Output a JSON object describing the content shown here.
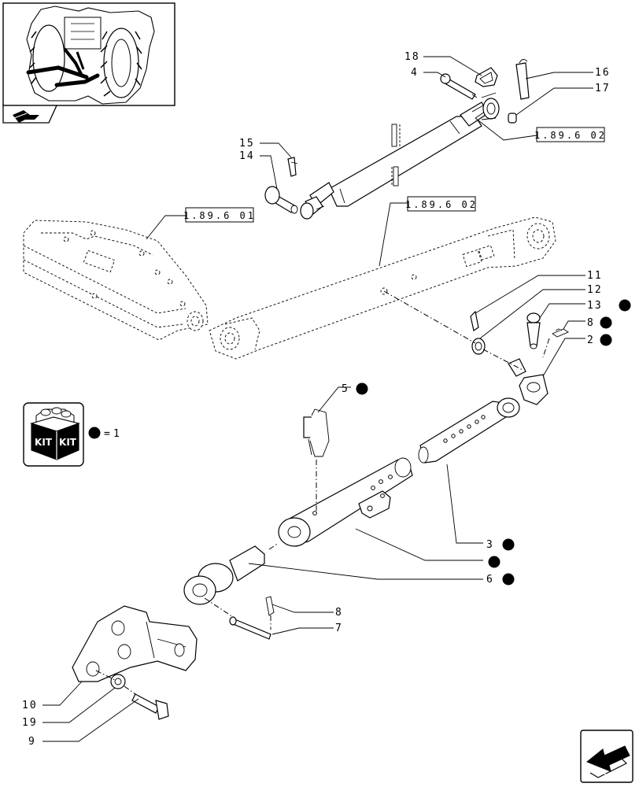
{
  "references": {
    "top_link_ref": "1.89.6 02",
    "lift_arm_ref": "1.89.6 02",
    "housing_ref": "1.89.6 01"
  },
  "callouts": [
    {
      "number": "18",
      "kit": false
    },
    {
      "number": "4",
      "kit": false
    },
    {
      "number": "16",
      "kit": false
    },
    {
      "number": "17",
      "kit": false
    },
    {
      "number": "15",
      "kit": false
    },
    {
      "number": "14",
      "kit": false
    },
    {
      "number": "11",
      "kit": false
    },
    {
      "number": "12",
      "kit": false
    },
    {
      "number": "13",
      "kit": true
    },
    {
      "number": "8",
      "kit": true
    },
    {
      "number": "2",
      "kit": true
    },
    {
      "number": "5",
      "kit": true
    },
    {
      "number": "3",
      "kit": true
    },
    {
      "number": "",
      "kit": true
    },
    {
      "number": "6",
      "kit": true
    },
    {
      "number": "8",
      "kit": false
    },
    {
      "number": "7",
      "kit": false
    },
    {
      "number": "10",
      "kit": false
    },
    {
      "number": "19",
      "kit": false
    },
    {
      "number": "9",
      "kit": false
    }
  ],
  "kit_legend": {
    "box_text_1": "KIT",
    "box_text_2": "KIT",
    "equals": "=",
    "value": "1"
  },
  "icons": {
    "thumbnail": "tractor-rear-thumbnail",
    "small_badge": "book-arrow-icon",
    "nav": "arrow-back-icon"
  }
}
